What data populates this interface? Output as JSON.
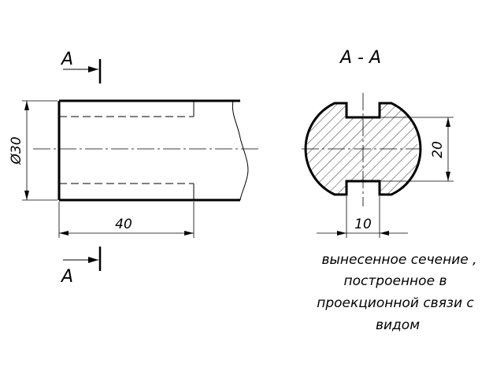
{
  "drawing": {
    "section_mark_top": "A",
    "section_mark_bottom": "A",
    "section_title": "A - A",
    "diameter_label": "Ø30",
    "length_label": "40",
    "slot_width_label": "10",
    "flat_height_label": "20",
    "caption_lines": [
      "вынесенное сечение ,",
      "построенное в",
      "проекционной связи с",
      "видом"
    ]
  }
}
